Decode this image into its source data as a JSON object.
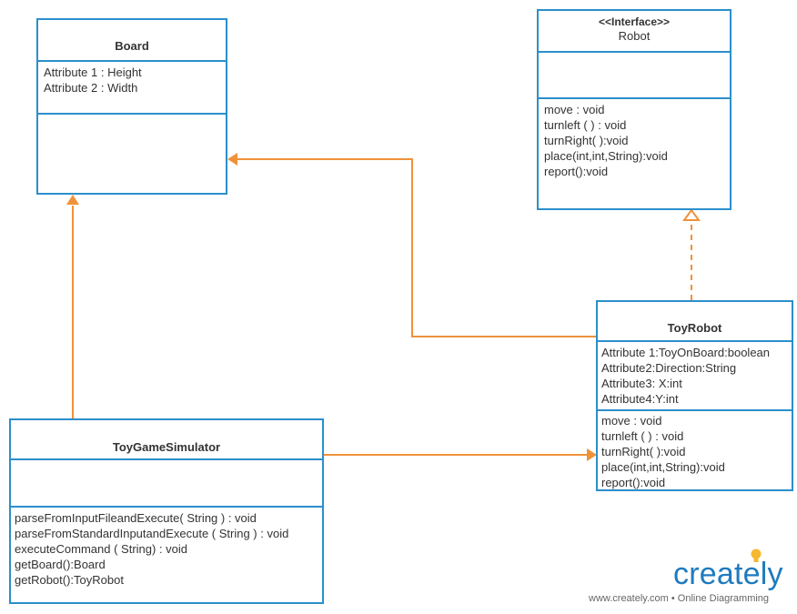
{
  "diagram": {
    "boxes": {
      "board": {
        "title": "Board",
        "attributes": [
          "Attribute 1 : Height",
          "Attribute 2 : Width"
        ],
        "methods": []
      },
      "robot": {
        "stereotype": "<<Interface>>",
        "title": "Robot",
        "attributes": [],
        "methods": [
          "move  : void",
          "turnleft (  ) : void",
          "turnRight( ):void",
          "place(int,int,String):void",
          "report():void"
        ]
      },
      "toy_robot": {
        "title": "ToyRobot",
        "attributes": [
          "Attribute 1:ToyOnBoard:boolean",
          "Attribute2:Direction:String",
          "Attribute3: X:int",
          "Attribute4:Y:int"
        ],
        "methods": [
          "move  : void",
          "turnleft (  ) : void",
          "turnRight( ):void",
          "place(int,int,String):void",
          "report():void"
        ]
      },
      "toy_game_simulator": {
        "title": "ToyGameSimulator",
        "attributes": [],
        "methods": [
          "parseFromInputFileandExecute( String  ) : void",
          "parseFromStandardInputandExecute  ( String ) : void",
          "executeCommand ( String) : void",
          "getBoard():Board",
          "getRobot():ToyRobot"
        ]
      }
    },
    "colors": {
      "box_border": "#2b8fcc",
      "connector": "#f0923a",
      "logo": "#1f7bbf"
    }
  },
  "watermark": {
    "logo": "creately",
    "tagline": "www.creately.com • Online Diagramming"
  }
}
